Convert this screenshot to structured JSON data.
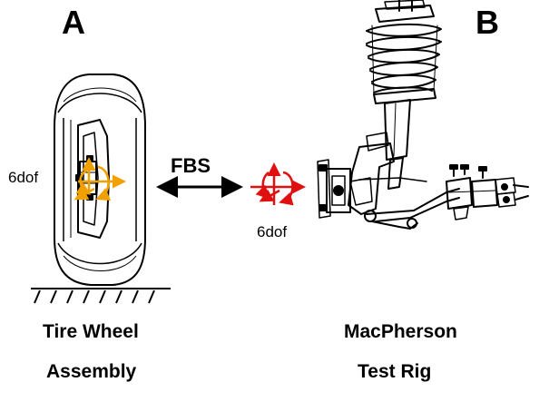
{
  "labels": {
    "panel_a": "A",
    "panel_b": "B",
    "fbs": "FBS",
    "dof_left": "6dof",
    "dof_right": "6dof",
    "caption_a_line1": "Tire Wheel",
    "caption_a_line2": "Assembly",
    "caption_b_line1": "MacPherson",
    "caption_b_line2": "Test Rig"
  },
  "colors": {
    "line": "#000000",
    "orange_arrows": "#f0a000",
    "red_arrows": "#e01010",
    "background": "#ffffff"
  },
  "icons": {
    "tire": "tire-wheel-assembly-drawing",
    "ground": "ground-hatch-icon",
    "fbs_arrow": "double-headed-arrow-icon",
    "dof_orange": "six-dof-axes-icon",
    "dof_red": "six-dof-axes-icon",
    "suspension": "macpherson-strut-suspension-drawing"
  }
}
